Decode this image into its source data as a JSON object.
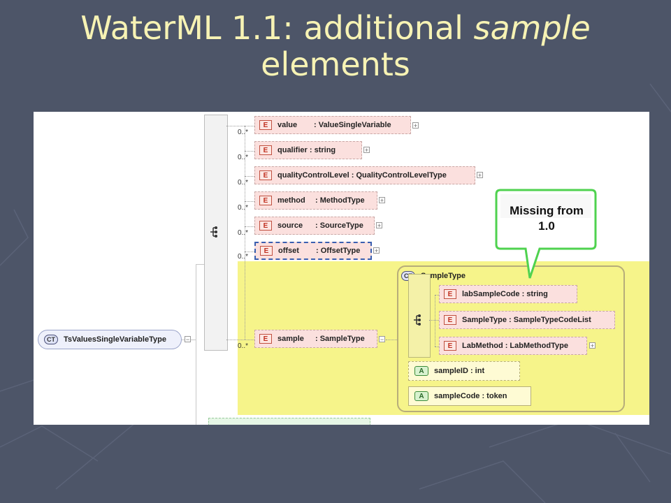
{
  "slide": {
    "title_main": "WaterML 1.1: additional ",
    "title_emph": "sample",
    "title_line2": "elements"
  },
  "root": {
    "label": "TsValuesSingleVariableType",
    "badge": "CT"
  },
  "elements": [
    {
      "card": "0..*",
      "name": "value",
      "type": ": ValueSingleVariable",
      "badge": "E"
    },
    {
      "card": "0..*",
      "name": "qualifier",
      "type": ": string",
      "badge": "E"
    },
    {
      "card": "0..*",
      "name": "qualityControlLevel",
      "type": ": QualityControlLevelType",
      "badge": "E"
    },
    {
      "card": "0..*",
      "name": "method",
      "type": ": MethodType",
      "badge": "E"
    },
    {
      "card": "0..*",
      "name": "source",
      "type": ": SourceType",
      "badge": "E"
    },
    {
      "card": "0..*",
      "name": "offset",
      "type": ": OffsetType",
      "badge": "E"
    },
    {
      "card": "0..*",
      "name": "sample",
      "type": ": SampleType",
      "badge": "E"
    }
  ],
  "sample_type": {
    "title": "SampleType",
    "badge": "CT",
    "children": [
      {
        "label": "labSampleCode : string",
        "badge": "E"
      },
      {
        "label": "SampleType : SampleTypeCodeList",
        "badge": "E"
      },
      {
        "label": "LabMethod : LabMethodType",
        "badge": "E"
      }
    ],
    "attributes": [
      {
        "label": "sampleID : int",
        "badge": "A"
      },
      {
        "label": "sampleCode : token",
        "badge": "A"
      }
    ]
  },
  "callout": {
    "line1": "Missing from",
    "line2": "1.0"
  },
  "colors": {
    "background": "#4d5568",
    "title": "#f7f3b4",
    "highlight": "#f6f48a",
    "callout_border": "#4fd24f"
  }
}
